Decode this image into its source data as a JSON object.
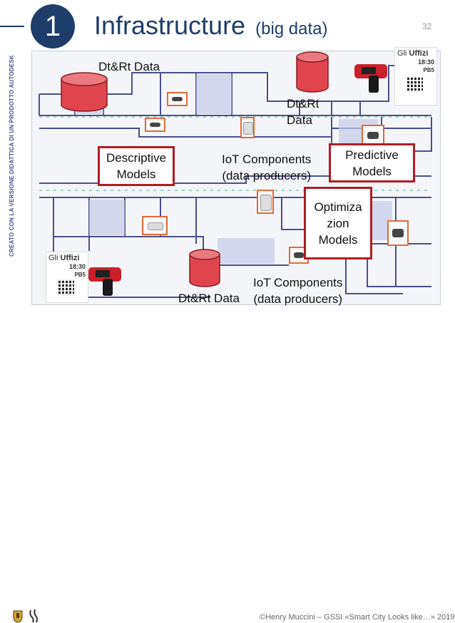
{
  "header": {
    "number": "1",
    "title": "Infrastructure",
    "title_suffix": "(big data)",
    "slide_number": "32"
  },
  "labels": {
    "dtrt_data_top": "Dt&Rt Data",
    "dtrt_data_middle_line1": "Dt&Rt",
    "dtrt_data_middle_line2": "Data",
    "dtrt_data_bottom": "Dt&Rt Data",
    "iot_top_line1": "IoT Components",
    "iot_top_line2": "(data producers)",
    "iot_bottom_line1": "IoT Components",
    "iot_bottom_line2": "(data producers)"
  },
  "boxes": {
    "descriptive_line1": "Descriptive",
    "descriptive_line2": "Models",
    "predictive_line1": "Predictive",
    "predictive_line2": "Models",
    "optimization_line1": "Optimiza",
    "optimization_line2": "zion",
    "optimization_line3": "Models"
  },
  "ticket_card": {
    "brand_prefix": "Gli",
    "brand_name": "Uffizi",
    "time": "18:30",
    "code": "PB5"
  },
  "vertical_note": "CREATO CON LA VERSIONE DIDATTICA DI UN PRODOTTO AUTODESK",
  "footer": {
    "credit": "©Henry Muccini – GSSI «Smart City Looks like…» 2019"
  },
  "colors": {
    "accent_blue": "#1f3d6b",
    "box_border": "#b01c24",
    "database_red": "#e0454d",
    "sensor_border": "#e06a3a"
  }
}
